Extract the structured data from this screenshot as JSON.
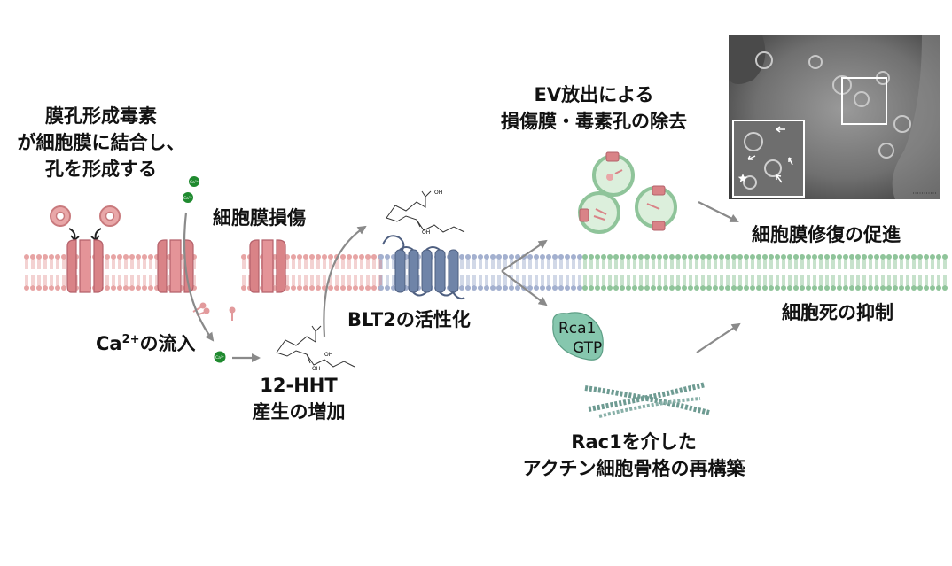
{
  "labels": {
    "toxin_binding": [
      "膜孔形成毒素",
      "が細胞膜に結合し、",
      "孔を形成する"
    ],
    "membrane_damage": "細胞膜損傷",
    "calcium_influx_prefix": "Ca",
    "calcium_influx_sup": "2+",
    "calcium_influx_suffix": "の流入",
    "hht": [
      "12-HHT",
      "産生の増加"
    ],
    "blt2": "BLT2の活性化",
    "ev_release": [
      "EV放出による",
      "損傷膜・毒素孔の除去"
    ],
    "rca1_name": "Rca1",
    "rca1_gtp": "GTP",
    "rac1_actin": [
      "Rac1を介した",
      "アクチン細胞骨格の再構築"
    ],
    "repair_promotion": "細胞膜修復の促進",
    "death_suppression": "細胞死の抑制"
  },
  "ion_badge": "Ca²⁺",
  "molecule_labels": {
    "oh": "OH"
  },
  "colors": {
    "membrane_red": "#e7a4a4",
    "membrane_blue": "#a3b0cf",
    "membrane_green": "#8fc49a",
    "toxin_pore": "#d97f82",
    "receptor": "#6f84a8",
    "rca1": "#86c7ae",
    "arrow_gray": "#8a8a8a",
    "calcium": "#1f8a2f"
  },
  "icons": [
    "toxin-ring-icon",
    "calcium-ion-icon",
    "extracellular-vesicle-icon",
    "actin-filament-icon",
    "em-micrograph"
  ]
}
